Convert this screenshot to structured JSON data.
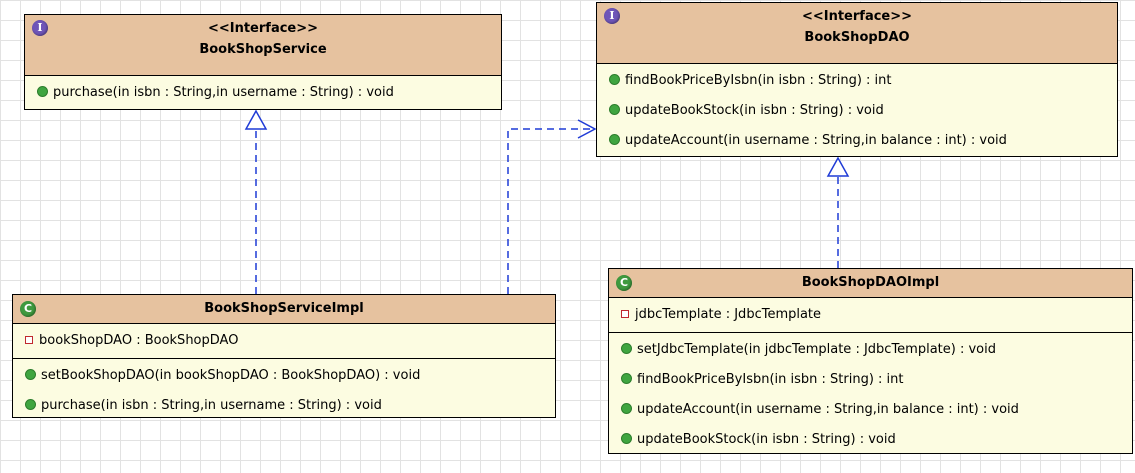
{
  "classes": {
    "bookshop_service": {
      "stereotype": "<<Interface>>",
      "name": "BookShopService",
      "methods": [
        "purchase(in isbn : String,in username : String) : void"
      ]
    },
    "bookshop_dao": {
      "stereotype": "<<Interface>>",
      "name": "BookShopDAO",
      "methods": [
        "findBookPriceByIsbn(in isbn : String) : int",
        "updateBookStock(in isbn : String) : void",
        "updateAccount(in username : String,in balance : int) : void"
      ]
    },
    "bookshop_service_impl": {
      "name": "BookShopServiceImpl",
      "attributes": [
        "bookShopDAO : BookShopDAO"
      ],
      "methods": [
        "setBookShopDAO(in bookShopDAO : BookShopDAO) : void",
        "purchase(in isbn : String,in username : String) : void"
      ]
    },
    "bookshop_dao_impl": {
      "name": "BookShopDAOImpl",
      "attributes": [
        "jdbcTemplate : JdbcTemplate"
      ],
      "methods": [
        "setJdbcTemplate(in jdbcTemplate : JdbcTemplate) : void",
        "findBookPriceByIsbn(in isbn : String) : int",
        "updateAccount(in username : String,in balance : int) : void",
        "updateBookStock(in isbn : String) : void"
      ]
    }
  },
  "icons": {
    "interface_badge": "I",
    "class_badge": "C"
  },
  "colors": {
    "header_fill": "#e6c29f",
    "body_fill": "#fcfce1",
    "connector": "#1f3bd6",
    "method_dot": "#3fa540",
    "private_marker": "#c0282e"
  }
}
